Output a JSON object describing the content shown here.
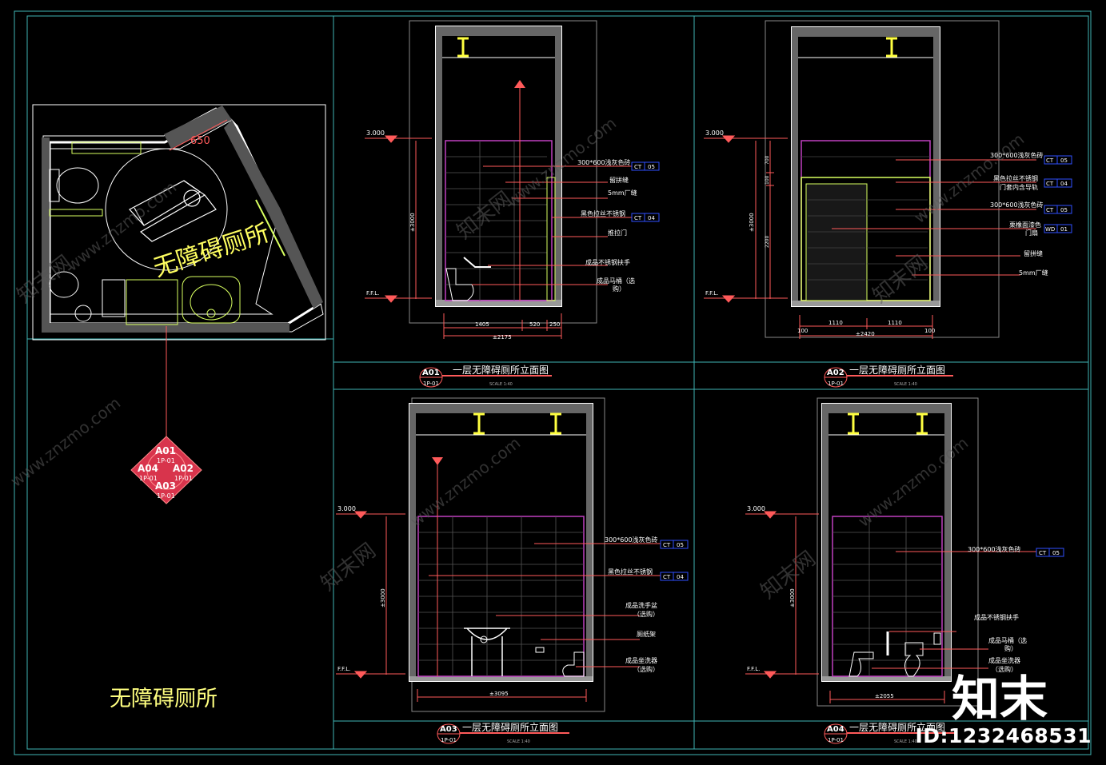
{
  "plan": {
    "label": "无障碍厕所",
    "dim_650": "650",
    "sheet_title": "无障碍厕所",
    "index_tags": [
      {
        "code": "A01",
        "ref": "1P-01"
      },
      {
        "code": "A04",
        "ref": "1P-01"
      },
      {
        "code": "A02",
        "ref": "1P-01"
      },
      {
        "code": "A03",
        "ref": "1P-01"
      }
    ]
  },
  "elevations": {
    "A01": {
      "code": "A01",
      "ref": "1P-01",
      "title": "一层无障碍厕所立面图",
      "scale": "SCALE   1:40",
      "level_top": "3.000",
      "level_ffl": "F.F.L.",
      "height": "±3000",
      "dims": [
        "1405",
        "520",
        "250"
      ],
      "total": "±2175",
      "notes": [
        {
          "text": "300*600浅灰色砖",
          "tag": "CT",
          "num": "05"
        },
        {
          "text": "留拼缝"
        },
        {
          "text": "5mm厂缝"
        },
        {
          "text": "黑色拉丝不锈钢",
          "tag": "CT",
          "num": "04"
        },
        {
          "text": "推拉门"
        },
        {
          "text": "成品不锈钢扶手"
        },
        {
          "text": "成品马桶（选"
        },
        {
          "text": "购）"
        }
      ]
    },
    "A02": {
      "code": "A02",
      "ref": "1P-01",
      "title": "一层无障碍厕所立面图",
      "scale": "SCALE   1:40",
      "level_top": "3.000",
      "level_ffl": "F.F.L.",
      "height": "±3000",
      "vdims": [
        "700",
        "100",
        "2200"
      ],
      "dims": [
        "100",
        "1110",
        "1110",
        "100"
      ],
      "total": "±2420",
      "notes": [
        {
          "text": "300*600浅灰色砖",
          "tag": "CT",
          "num": "05"
        },
        {
          "text": "黑色拉丝不锈钢",
          "tag": "CT",
          "num": "04"
        },
        {
          "text": "门套内含导轨"
        },
        {
          "text": "300*600浅灰色砖",
          "tag": "CT",
          "num": "05"
        },
        {
          "text": "栗橡面漆色",
          "tag": "WD",
          "num": "01"
        },
        {
          "text": "门扇"
        },
        {
          "text": "留拼缝"
        },
        {
          "text": "5mm厂缝"
        }
      ]
    },
    "A03": {
      "code": "A03",
      "ref": "1P-01",
      "title": "一层无障碍厕所立面图",
      "scale": "SCALE   1:40",
      "level_top": "3.000",
      "level_ffl": "F.F.L.",
      "height": "±3000",
      "total": "±3095",
      "notes": [
        {
          "text": "300*600浅灰色砖",
          "tag": "CT",
          "num": "05"
        },
        {
          "text": "黑色拉丝不锈钢",
          "tag": "CT",
          "num": "04"
        },
        {
          "text": "成品洗手盆"
        },
        {
          "text": "（选购）"
        },
        {
          "text": "厕纸架"
        },
        {
          "text": "成品坐洗器"
        },
        {
          "text": "（选购）"
        }
      ]
    },
    "A04": {
      "code": "A04",
      "ref": "1P-01",
      "title": "一层无障碍厕所立面图",
      "scale": "SCALE   1:40",
      "level_top": "3.000",
      "level_ffl": "F.F.L.",
      "height": "±3000",
      "total": "±2055",
      "notes": [
        {
          "text": "300*600浅灰色砖",
          "tag": "CT",
          "num": "05"
        },
        {
          "text": "成品不锈钢扶手"
        },
        {
          "text": "成品马桶（选"
        },
        {
          "text": "购）"
        },
        {
          "text": "成品坐洗器"
        },
        {
          "text": "（选购）"
        }
      ]
    }
  },
  "watermark": {
    "cn": "知末网",
    "url": "www.znzmo.com",
    "logo": "知末",
    "id": "ID:1232468531"
  },
  "colors": {
    "frame": "#3fb5b5",
    "wall": "#ffffff",
    "tile": "#c040c0",
    "leader": "#ff5a5a",
    "dim": "#ff5a5a",
    "note": "#ffffff",
    "fixture": "#d8ff60",
    "yellow": "#ffff40",
    "tag": "#2f4fff"
  }
}
